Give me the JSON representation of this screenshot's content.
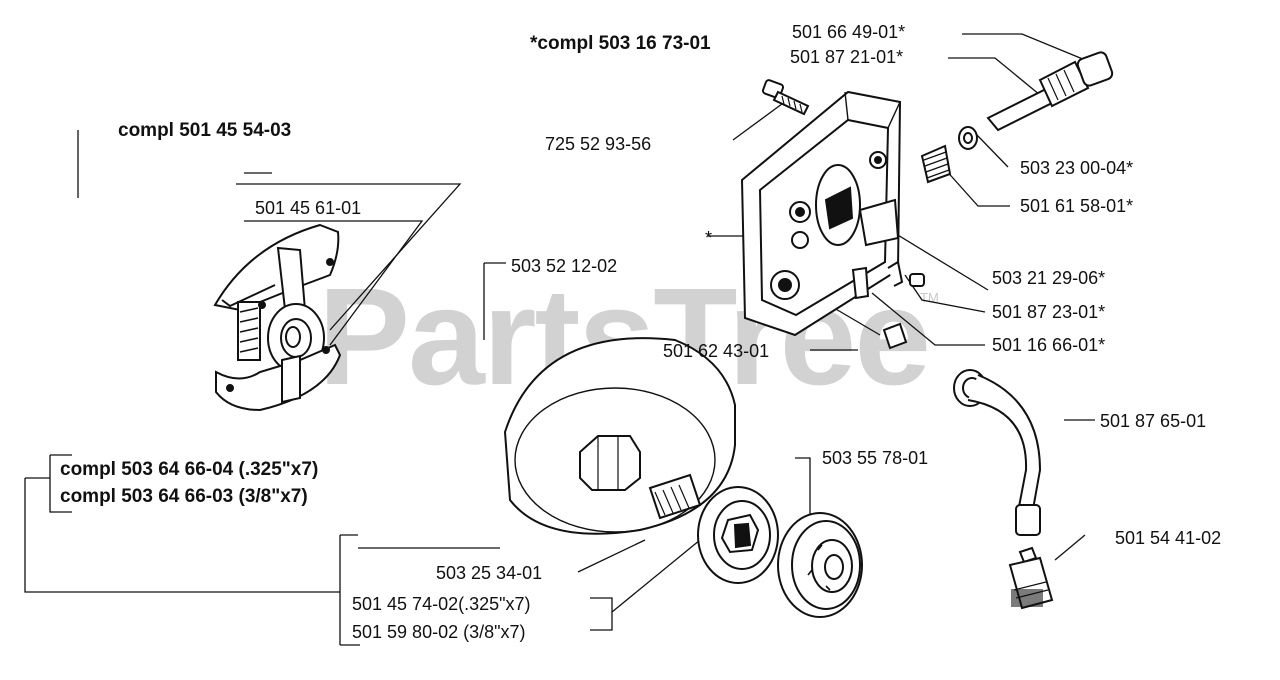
{
  "watermark": {
    "text": "PartsTree",
    "trademark": "TM"
  },
  "labels": {
    "compl_501451": "*compl 503 16 73-01",
    "compl_501455403": "compl 501 45 54-03",
    "compl_50364664": "compl 503 64 66-04 (.325\"x7)",
    "compl_50364663": "compl 503 64 66-03 (3/8\"x7)",
    "p_50166": "501 66 49-01*",
    "p_50187": "501 87 21-01*",
    "p_725": "725 52 93-56",
    "p_503230": "503 23 00-04*",
    "p_501615": "501 61 58-01*",
    "p_star": "*",
    "p_503212": "503 21 29-06*",
    "p_501872": "501 87 23-01*",
    "p_501166": "501 16 66-01*",
    "p_501456": "501 45 61-01",
    "p_503521": "503 52 12-02",
    "p_501624": "501 62 43-01",
    "p_501876": "501 87 65-01",
    "p_503557": "503 55 78-01",
    "p_501544": "501 54 41-02",
    "p_503253": "503 25 34-01",
    "p_501457": "501 45 74-02(.325\"x7)",
    "p_501598": "501 59 80-02 (3/8\"x7)"
  }
}
